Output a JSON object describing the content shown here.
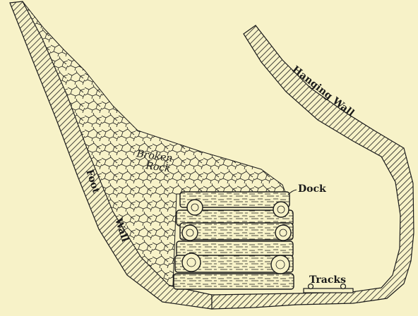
{
  "labels": {
    "broken_rock_line1": "Broken",
    "broken_rock_line2": "Rock",
    "dock": "Dock",
    "tracks": "Tracks",
    "hanging_wall": "Hanging Wall",
    "foot": "Foot",
    "wall": "Wall"
  },
  "colors": {
    "background": "#f7f2c8",
    "ink": "#1a1a1a"
  }
}
